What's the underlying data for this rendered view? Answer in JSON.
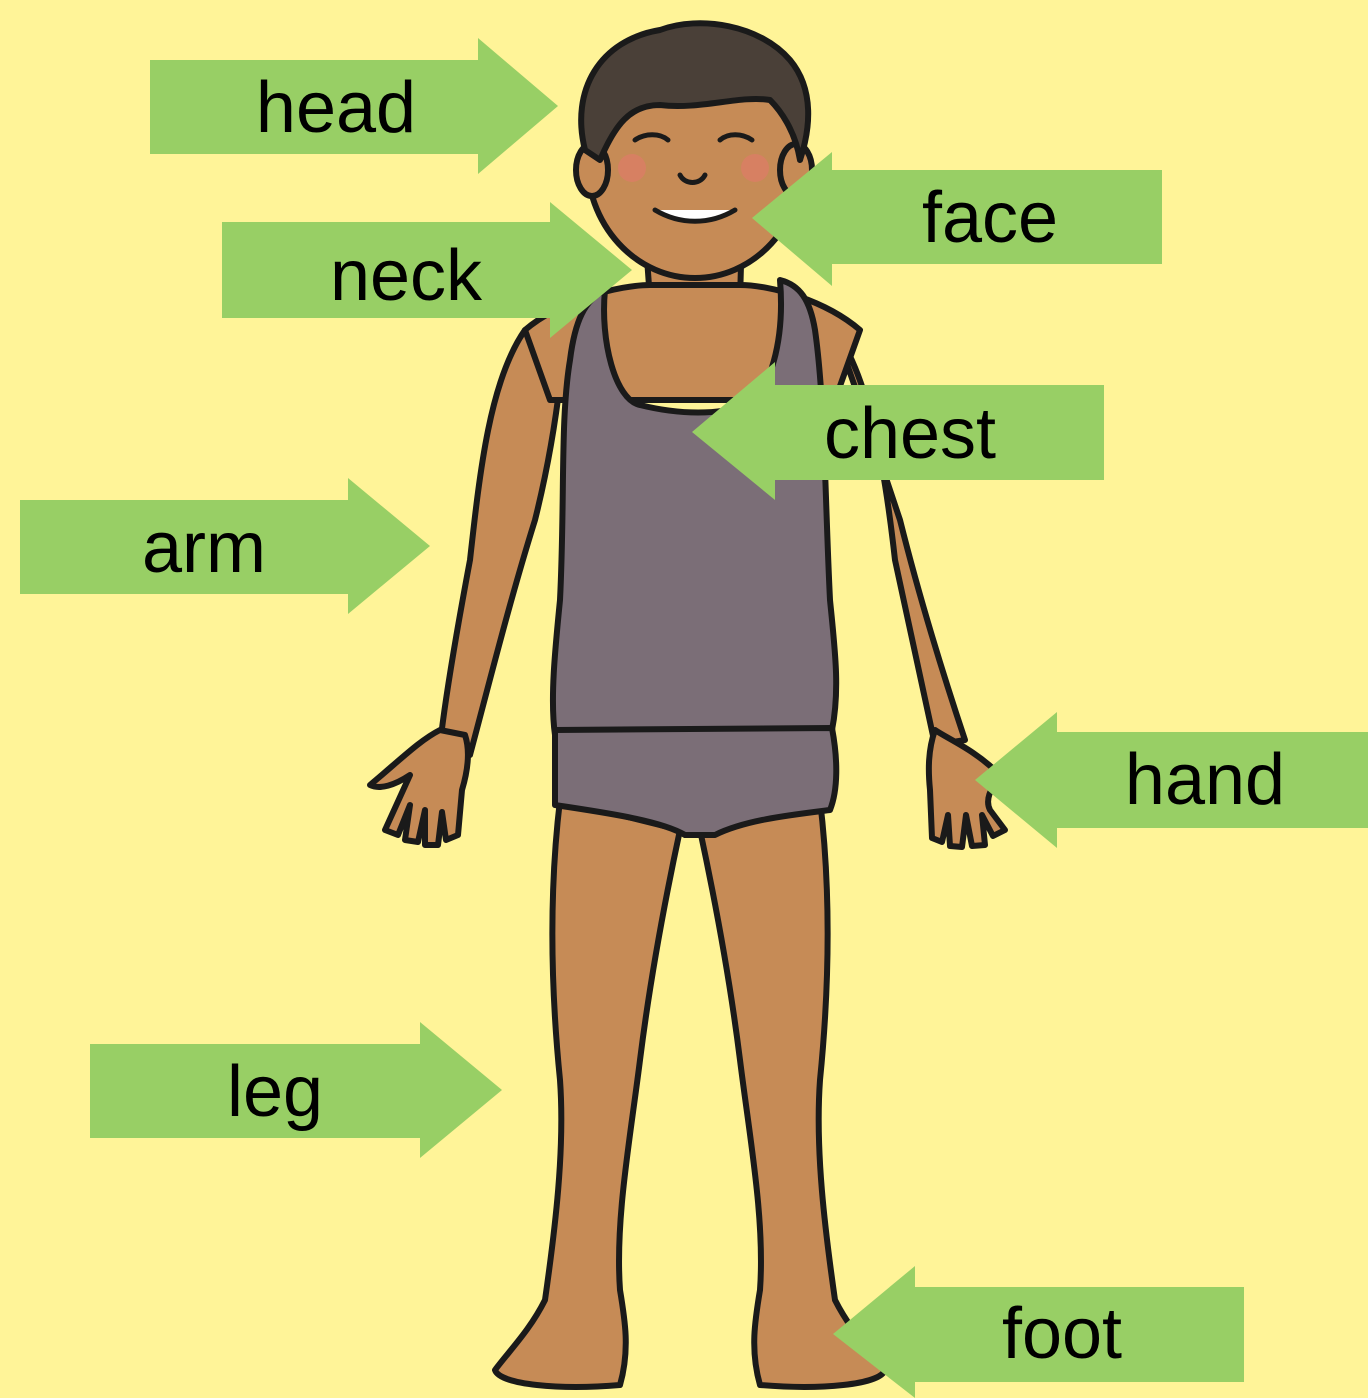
{
  "background_color": "#fff498",
  "arrow_color": "#98cf65",
  "skin_color": "#c68b56",
  "clothing_color": "#7b6e77",
  "hair_color": "#4a4038",
  "labels": {
    "head": "head",
    "face": "face",
    "neck": "neck",
    "chest": "chest",
    "arm": "arm",
    "hand": "hand",
    "leg": "leg",
    "foot": "foot"
  }
}
